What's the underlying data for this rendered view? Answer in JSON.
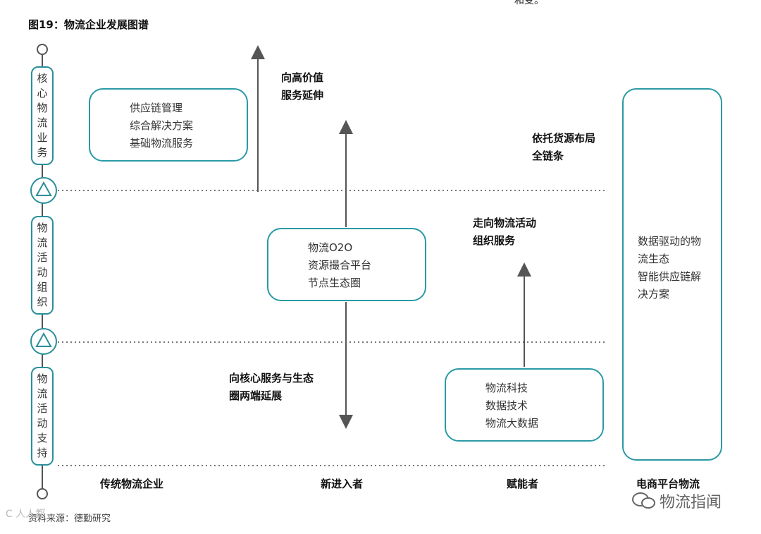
{
  "title": "图19：物流企业发展图谱",
  "top_fragment": "和变。",
  "left_axis": {
    "segments": [
      {
        "chars": [
          "核",
          "心",
          "物",
          "流",
          "业",
          "务"
        ]
      },
      {
        "chars": [
          "物",
          "流",
          "活",
          "动",
          "组",
          "织"
        ]
      },
      {
        "chars": [
          "物",
          "流",
          "活",
          "动",
          "支",
          "持"
        ]
      }
    ]
  },
  "boxes": {
    "traditional": [
      "供应链管理",
      "综合解决方案",
      "基础物流服务"
    ],
    "newcomer": [
      "物流O2O",
      "资源撮合平台",
      "节点生态圈"
    ],
    "enabler": [
      "物流科技",
      "数据技术",
      "物流大数据"
    ],
    "ecommerce": [
      "数据驱动的物",
      "流生态",
      "智能供应链解",
      "决方案"
    ]
  },
  "notes": {
    "high_value": [
      "向高价值",
      "服务延伸"
    ],
    "relying": [
      "依托货源布局",
      "全链条"
    ],
    "toward_org": [
      "走向物流活动",
      "组织服务"
    ],
    "two_ends": [
      "向核心服务与生态",
      "圈两端延展"
    ]
  },
  "categories": {
    "traditional": "传统物流企业",
    "newcomer": "新进入者",
    "enabler": "赋能者",
    "ecommerce": "电商平台物流"
  },
  "source": "资料来源：德勤研究",
  "watermark": "物流指闻",
  "watermark_left": "C 人人都"
}
